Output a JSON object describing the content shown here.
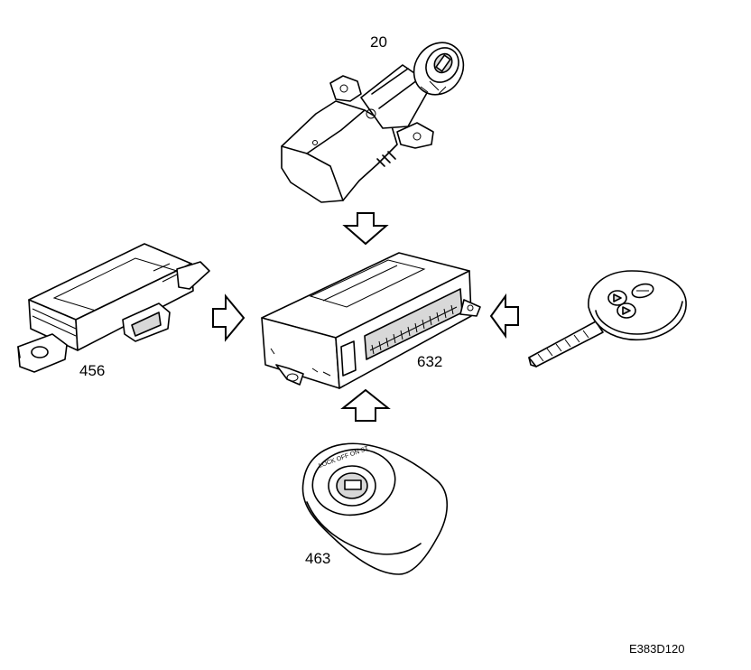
{
  "labels": {
    "ignition_switch": "20",
    "control_module": "632",
    "receiver_module": "456",
    "ignition_cover": "463"
  },
  "figure_code": "E383D120",
  "icons": [
    "ignition-switch-icon",
    "control-module-icon",
    "receiver-module-icon",
    "remote-key-icon",
    "ignition-cover-icon",
    "arrow-down-icon",
    "arrow-right-icon",
    "arrow-left-icon",
    "arrow-up-icon"
  ]
}
